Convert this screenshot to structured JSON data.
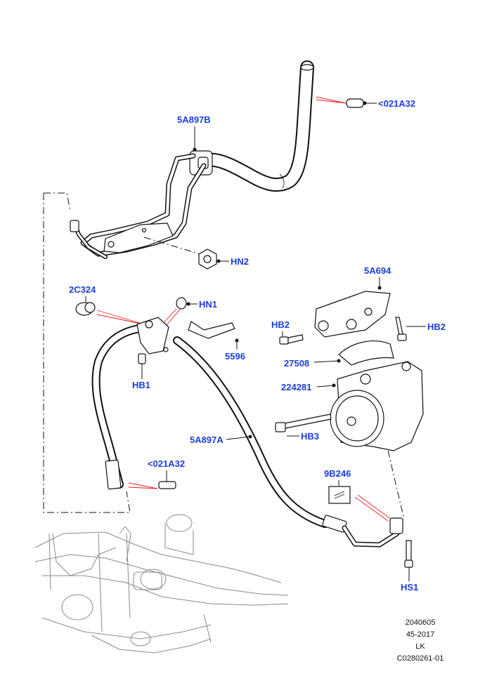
{
  "callouts": {
    "c_021a32_top": "<021A32",
    "c_5a897b": "5A897B",
    "c_hn2": "HN2",
    "c_2c324": "2C324",
    "c_hn1": "HN1",
    "c_5a694": "5A694",
    "c_hb2_left": "HB2",
    "c_hb2_right": "HB2",
    "c_5596": "5596",
    "c_27508": "27508",
    "c_hb1": "HB1",
    "c_224281": "224281",
    "c_5a897a": "5A897A",
    "c_hb3": "HB3",
    "c_021a32_low": "<021A32",
    "c_9b246": "9B246",
    "c_hs1": "HS1"
  },
  "reference": {
    "line1": "2040605",
    "line2": "45-2017",
    "line3": "LK",
    "line4": "C0280261-01"
  },
  "colors": {
    "callout": "#1a3fd6",
    "red_leader": "#e02020",
    "line": "#111111"
  }
}
